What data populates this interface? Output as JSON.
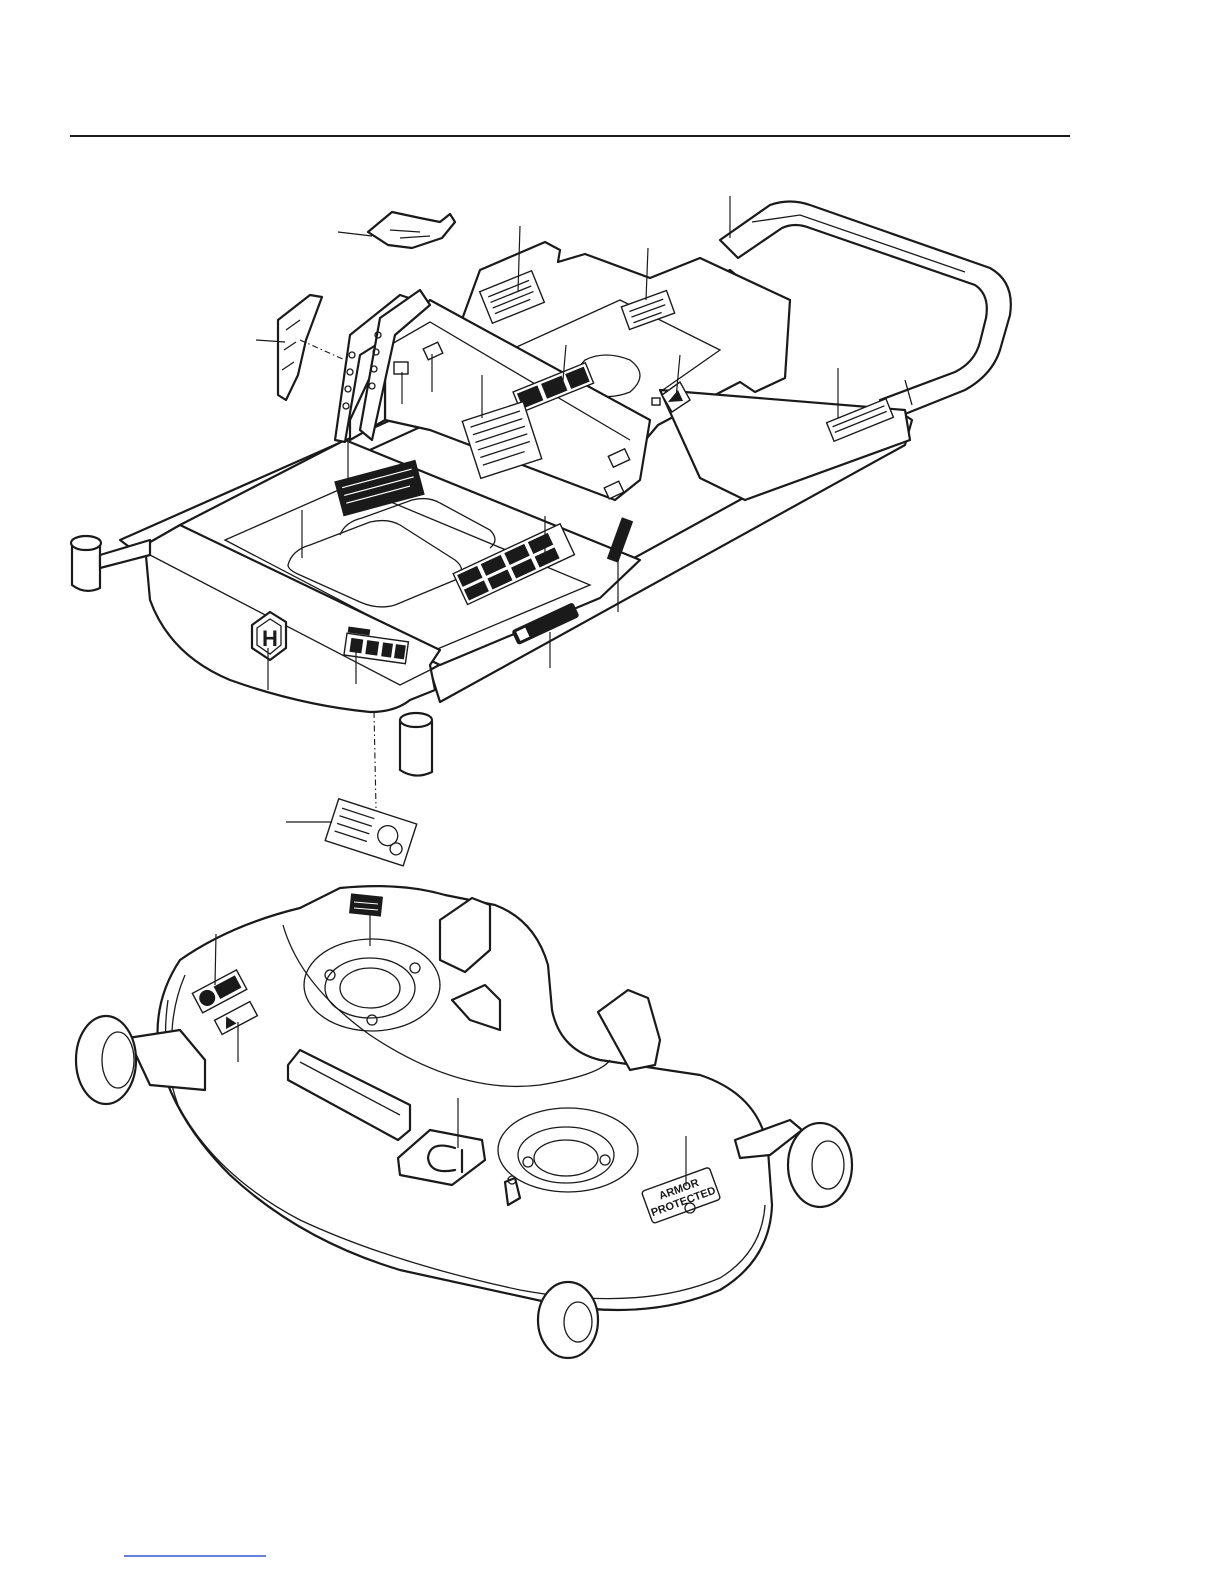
{
  "decal_text": {
    "armor_line1": "ARMOR",
    "armor_line2": "PROTECTED",
    "brand_h": "H"
  },
  "colors": {
    "line": "#1a1a1a",
    "paper": "#ffffff",
    "footer_rule": "#3355cc"
  },
  "icons": [
    "brand-shield-icon",
    "warning-triangle-icon"
  ]
}
